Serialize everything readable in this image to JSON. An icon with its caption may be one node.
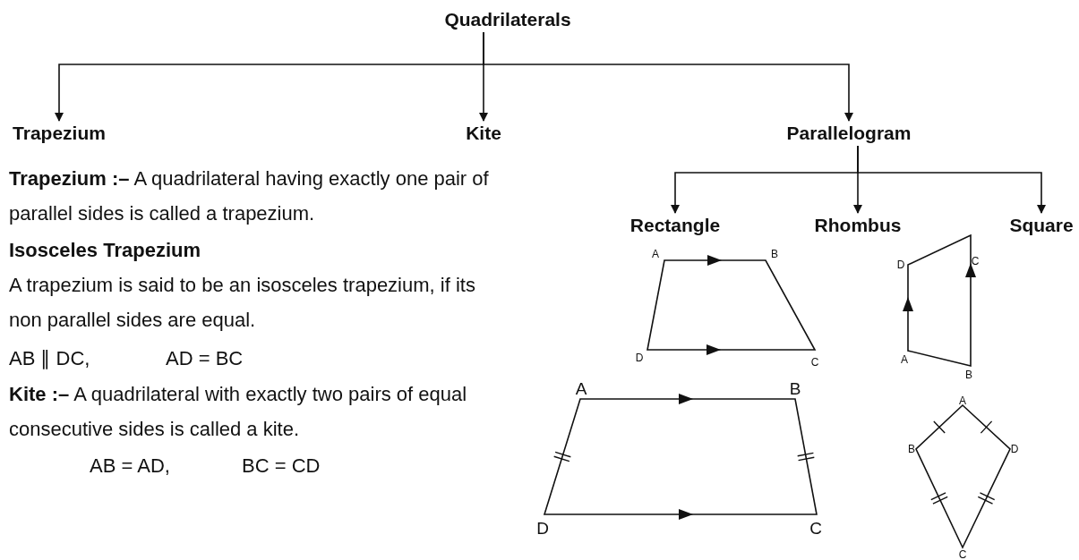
{
  "diagram": {
    "nodes": [
      {
        "text": [
          "Quadrilaterals"
        ]
      },
      {
        "text": [
          "Trapezium"
        ]
      },
      {
        "text": [
          "Kite"
        ]
      },
      {
        "text": [
          "Parallelogram"
        ]
      },
      {
        "text": [
          "Rectangle"
        ]
      },
      {
        "text": [
          "Rhombus"
        ]
      },
      {
        "text": [
          "Square"
        ]
      }
    ],
    "edges": [
      {
        "from": 0,
        "to": 1,
        "arrow": "to"
      },
      {
        "from": 0,
        "to": 2,
        "arrow": "to"
      },
      {
        "from": 0,
        "to": 3,
        "arrow": "to"
      },
      {
        "from": 3,
        "to": 4,
        "arrow": "to"
      },
      {
        "from": 3,
        "to": 5,
        "arrow": "to"
      },
      {
        "from": 3,
        "to": 6,
        "arrow": "to"
      }
    ],
    "labels": [
      "**Trapezium :–** A quadrilateral having exactly one pair of parallel sides is called a trapezium.",
      "Isosceles Trapezium",
      "A trapezium is said to be an isosceles trapezium, if its non parallel sides are equal.",
      "AB ∥ DC,",
      "AD = BC",
      "**Kite :–** A quadrilateral with exactly two pairs of equal consecutive sides is called a kite.",
      "AB = AD,",
      "BC = CD",
      "A",
      "B",
      "D",
      "C",
      "D",
      "C",
      "A",
      "B",
      "A",
      "B",
      "D",
      "C",
      "A",
      "B",
      "D",
      "C"
    ]
  }
}
